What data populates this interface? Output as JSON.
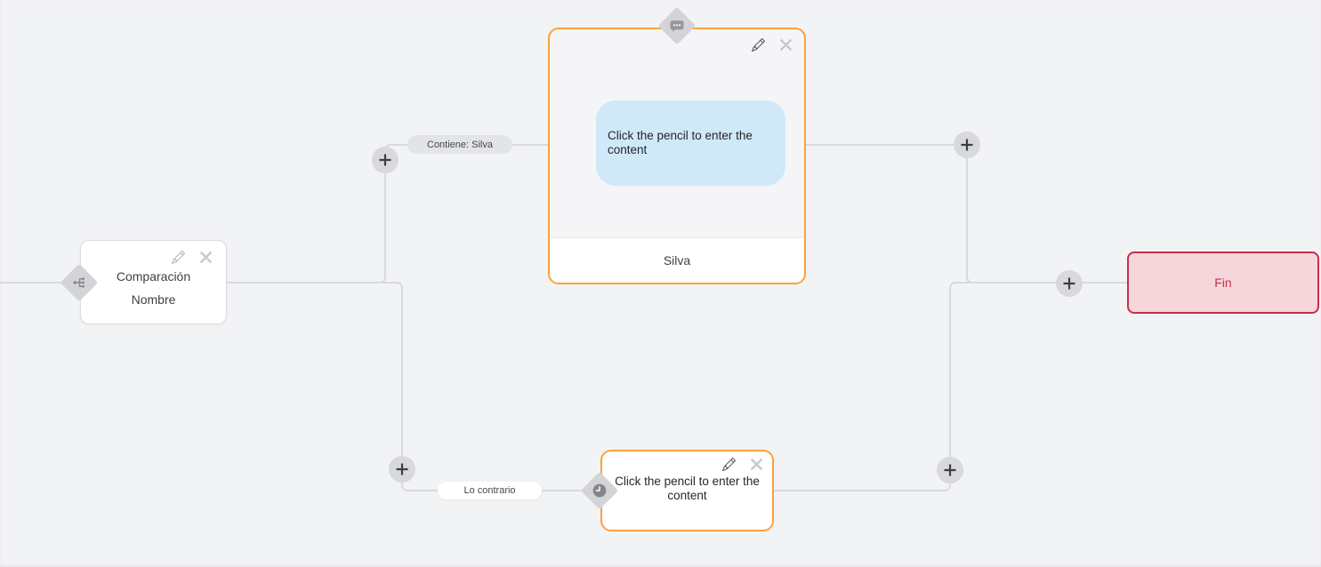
{
  "canvas": {
    "description": "chatbot flow builder canvas"
  },
  "colors": {
    "canvas_bg": "#f2f3f5",
    "edge_line": "#d9dade",
    "node_accent_orange": "#f9a23a",
    "end_border_red": "#c4304a",
    "end_bg_pink": "#f7d6db",
    "bubble_blue": "#cfe9f8",
    "badge_gray": "#d3d4d8"
  },
  "nodes": {
    "condition": {
      "title_line1": "Comparación",
      "title_line2": "Nombre"
    },
    "message": {
      "bubble_text": "Click the pencil to enter the content",
      "footer_label": "Silva"
    },
    "delay": {
      "text": "Click the pencil to enter the content"
    },
    "end": {
      "label": "Fin"
    }
  },
  "edges": {
    "labels": {
      "top": "Contiene: Silva",
      "bottom": "Lo contrario"
    }
  },
  "icons": {
    "add": "plus-icon",
    "edit": "pencil-icon",
    "delete": "close-icon",
    "condition_badge": "branch-icon",
    "message_badge": "chat-bubble-icon",
    "delay_badge": "clock-icon"
  }
}
